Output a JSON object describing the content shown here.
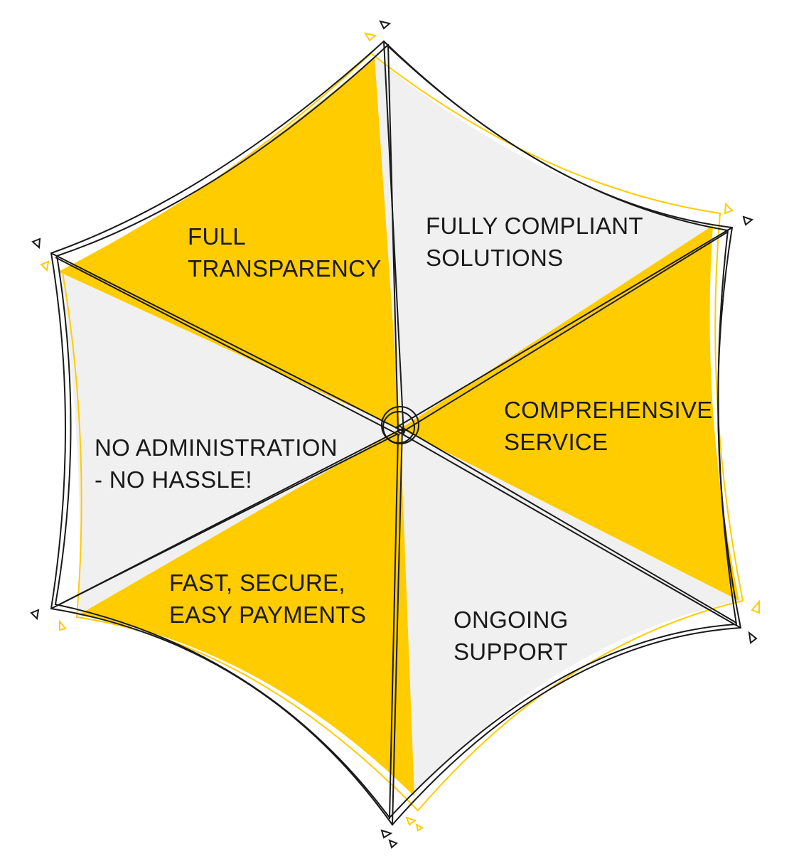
{
  "colors": {
    "yellow": "#FFCC00",
    "light_gray": "#F0F0F0",
    "outline": "#1a1a1a"
  },
  "segments": {
    "transparency": {
      "line1": "FULL",
      "line2": "TRANSPARENCY",
      "fill": "yellow"
    },
    "compliant": {
      "line1": "FULLY COMPLIANT",
      "line2": "SOLUTIONS",
      "fill": "light_gray"
    },
    "comprehensive": {
      "line1": "COMPREHENSIVE",
      "line2": "SERVICE",
      "fill": "yellow"
    },
    "support": {
      "line1": "ONGOING",
      "line2": "SUPPORT",
      "fill": "light_gray"
    },
    "payments": {
      "line1": "FAST, SECURE,",
      "line2": "EASY PAYMENTS",
      "fill": "yellow"
    },
    "no_admin": {
      "line1": "NO ADMINISTRATION",
      "line2": "- NO HASSLE!",
      "fill": "light_gray"
    }
  }
}
